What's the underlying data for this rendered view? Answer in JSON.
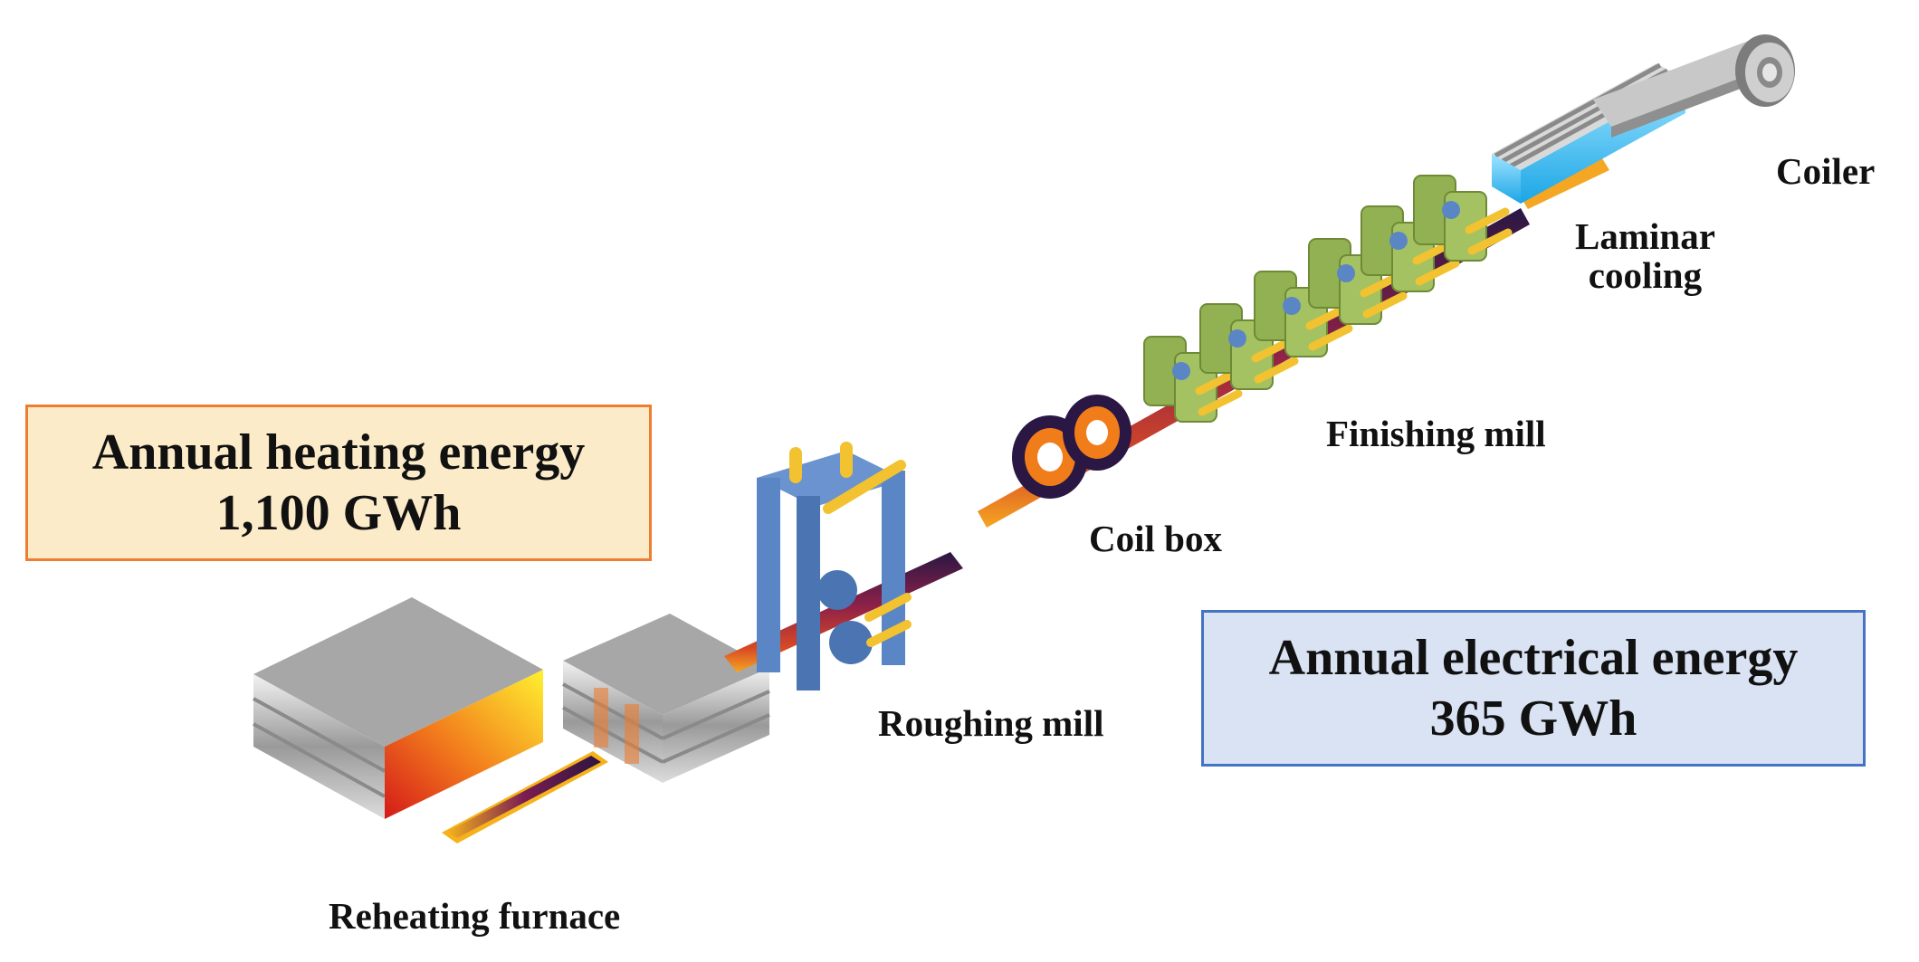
{
  "labels": {
    "reheating_furnace": "Reheating furnace",
    "roughing_mill": "Roughing mill",
    "coil_box": "Coil box",
    "finishing_mill": "Finishing mill",
    "laminar_cooling_line1": "Laminar",
    "laminar_cooling_line2": "cooling",
    "coiler": "Coiler"
  },
  "energy": {
    "heating": {
      "title": "Annual heating energy",
      "value": "1,100 GWh",
      "fill": "#fcebc8",
      "border": "#ed7d31"
    },
    "electrical": {
      "title": "Annual electrical energy",
      "value": "365 GWh",
      "fill": "#dae3f3",
      "border": "#4472c4"
    }
  },
  "colors": {
    "mill_stand_finishing": "#92b153",
    "mill_stand_roughing": "#5b86c6",
    "roll_yellow": "#f2c230",
    "coil_orange": "#f07c1a",
    "strip_hot": "#c1352a",
    "furnace_gray": "#a6a6a6"
  }
}
